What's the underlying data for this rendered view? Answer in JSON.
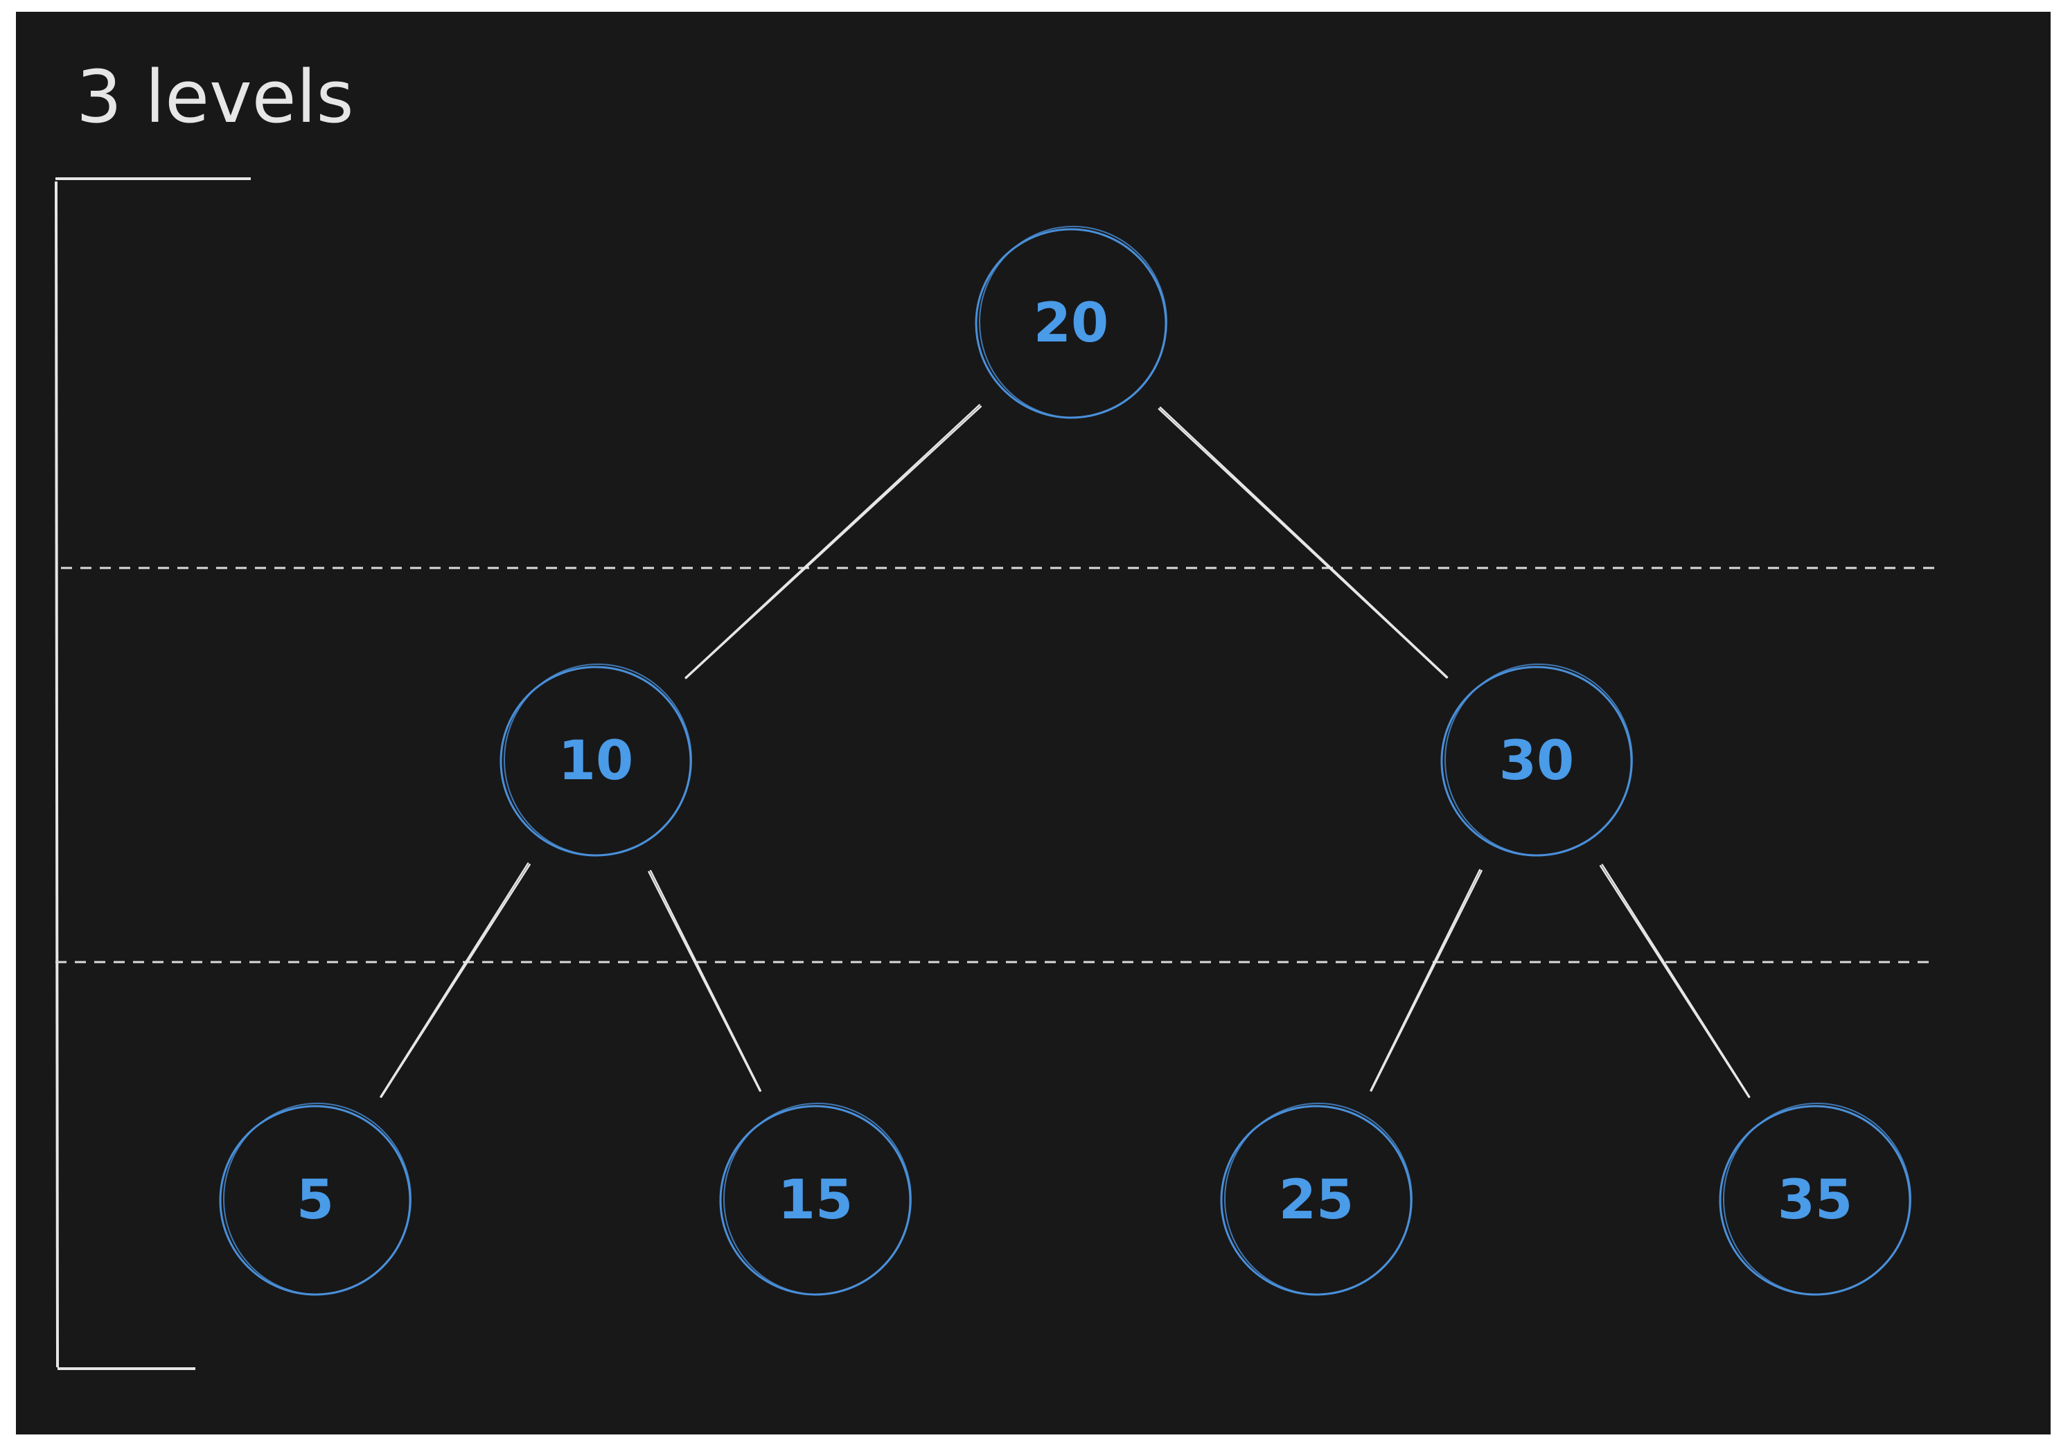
{
  "title": "3 levels",
  "colors": {
    "background": "#181819",
    "node_stroke": "#4a90d9",
    "node_text": "#4a9be8",
    "edge": "#e6e6e6",
    "title": "#e6e6e6",
    "divider": "#dcdcdc"
  },
  "tree": {
    "root": "20",
    "level2": [
      "10",
      "30"
    ],
    "level3": [
      "5",
      "15",
      "25",
      "35"
    ],
    "edges": [
      [
        "20",
        "10"
      ],
      [
        "20",
        "30"
      ],
      [
        "10",
        "5"
      ],
      [
        "10",
        "15"
      ],
      [
        "30",
        "25"
      ],
      [
        "30",
        "35"
      ]
    ]
  }
}
